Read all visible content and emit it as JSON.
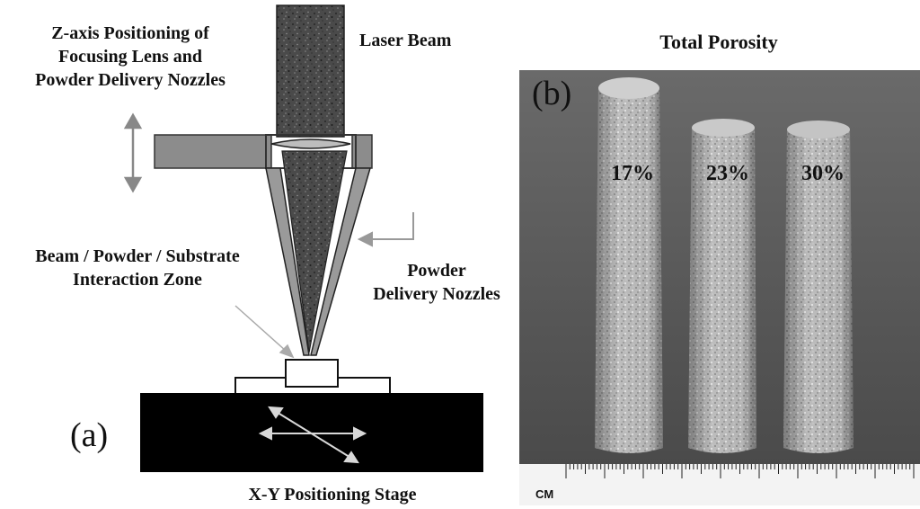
{
  "panel_a": {
    "letter": "(a)",
    "labels": {
      "z_axis": [
        "Z-axis Positioning of",
        "Focusing Lens and",
        "Powder Delivery Nozzles"
      ],
      "laser_beam": "Laser Beam",
      "interaction": [
        "Beam / Powder / Substrate",
        "Interaction Zone"
      ],
      "nozzles": [
        "Powder",
        "Delivery Nozzles"
      ],
      "stage": "X-Y Positioning Stage"
    }
  },
  "panel_b": {
    "title": "Total Porosity",
    "letter": "(b)",
    "samples": [
      {
        "porosity": "17%"
      },
      {
        "porosity": "23%"
      },
      {
        "porosity": "30%"
      }
    ],
    "ruler_unit": "CM"
  }
}
